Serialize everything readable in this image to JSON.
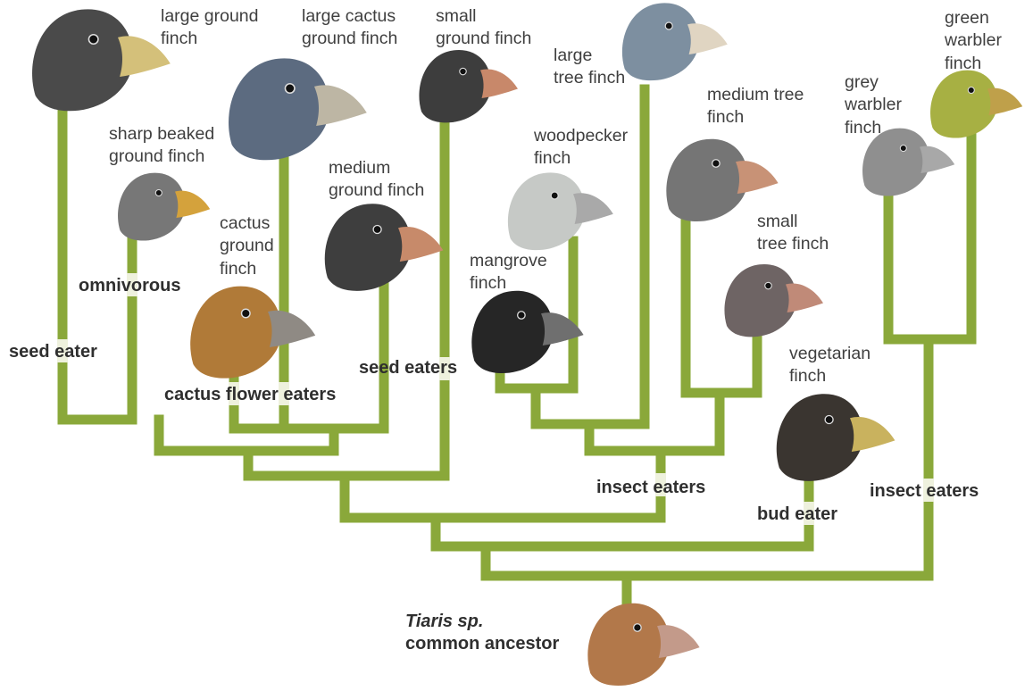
{
  "species": {
    "large_ground_finch": [
      "large ground",
      "finch"
    ],
    "large_cactus_ground_finch": [
      "large cactus",
      "ground finch"
    ],
    "small_ground_finch": [
      "small",
      "ground finch"
    ],
    "large_tree_finch": [
      "large",
      "tree finch"
    ],
    "green_warbler_finch": [
      "green",
      "warbler",
      "finch"
    ],
    "grey_warbler_finch": [
      "grey",
      "warbler",
      "finch"
    ],
    "medium_tree_finch": [
      "medium tree",
      "finch"
    ],
    "sharp_beaked_ground_finch": [
      "sharp beaked",
      "ground finch"
    ],
    "woodpecker_finch": [
      "woodpecker",
      "finch"
    ],
    "medium_ground_finch": [
      "medium",
      "ground finch"
    ],
    "cactus_ground_finch": [
      "cactus",
      "ground",
      "finch"
    ],
    "small_tree_finch": [
      "small",
      "tree finch"
    ],
    "mangrove_finch": [
      "mangrove",
      "finch"
    ],
    "vegetarian_finch": [
      "vegetarian",
      "finch"
    ]
  },
  "diets": {
    "omnivorous": "omnivorous",
    "seed_eater": "seed eater",
    "seed_eaters": "seed eaters",
    "cactus_flower_eaters": "cactus flower eaters",
    "insect_eaters_tree": "insect eaters",
    "insect_eaters_warbler": "insect eaters",
    "bud_eater": "bud eater"
  },
  "ancestor": {
    "genus": "Tiaris sp.",
    "label": "common ancestor"
  },
  "colors": {
    "branch": "#8aa83a",
    "text": "#3f3f3f",
    "bird_tones": {
      "large_ground": "#4a4a4a",
      "large_cactus": "#5c6b80",
      "small_ground": "#3d3d3d",
      "large_tree": "#7d8fa0",
      "green_warbler": "#a7b043",
      "grey_warbler": "#8f8f8f",
      "medium_tree": "#757575",
      "sharp_beaked": "#777777",
      "woodpecker": "#c6c9c6",
      "medium_ground": "#3e3e3e",
      "cactus_ground": "#b07a38",
      "small_tree": "#6e6464",
      "mangrove": "#262626",
      "vegetarian": "#3a3530",
      "ancestor": "#b2784a"
    }
  }
}
